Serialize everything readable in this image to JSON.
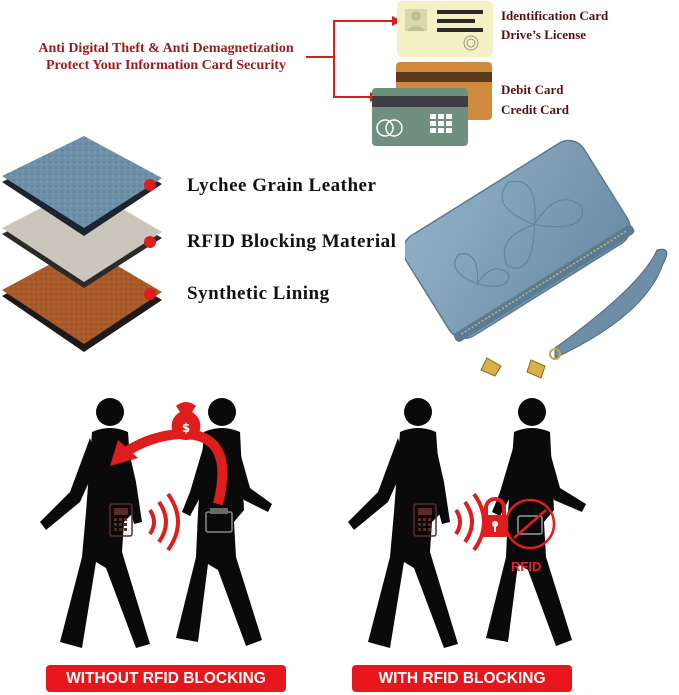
{
  "top_caption": {
    "line1": "Anti Digital Theft & Anti Demagnetization",
    "line2": "Protect Your Information Card Security"
  },
  "card_labels": {
    "id_line1": "Identification Card",
    "id_line2": "Drive’s License",
    "bank_line1": "Debit Card",
    "bank_line2": "Credit Card"
  },
  "layers": [
    {
      "label": "Lychee Grain Leather",
      "color": "#6e8fa8"
    },
    {
      "label": "RFID Blocking Material",
      "color": "#c9c5bc"
    },
    {
      "label": "Synthetic Lining",
      "color": "#a85a2a"
    }
  ],
  "scene": {
    "left_banner": "WITHOUT RFID BLOCKING",
    "right_banner": "WITH RFID BLOCKING",
    "rfid_mark": "RFID"
  },
  "colors": {
    "accent_red": "#e8151b",
    "caption_red": "#9b1b1b",
    "wallet_blue": "#7e9db4"
  }
}
